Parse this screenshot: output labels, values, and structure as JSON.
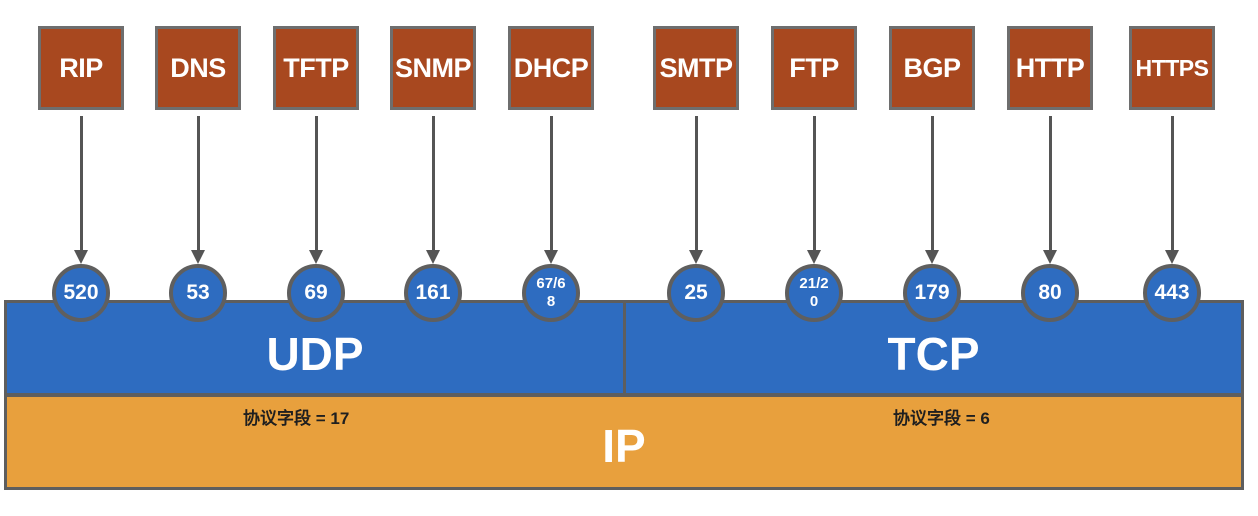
{
  "diagram": {
    "udp": {
      "label": "UDP",
      "protocol_field": "协议字段 = 17",
      "apps": [
        {
          "name": "RIP",
          "port": "520"
        },
        {
          "name": "DNS",
          "port": "53"
        },
        {
          "name": "TFTP",
          "port": "69"
        },
        {
          "name": "SNMP",
          "port": "161"
        },
        {
          "name": "DHCP",
          "port": "67/68"
        }
      ]
    },
    "tcp": {
      "label": "TCP",
      "protocol_field": "协议字段 = 6",
      "apps": [
        {
          "name": "SMTP",
          "port": "25"
        },
        {
          "name": "FTP",
          "port": "21/20"
        },
        {
          "name": "BGP",
          "port": "179"
        },
        {
          "name": "HTTP",
          "port": "80"
        },
        {
          "name": "HTTPS",
          "port": "443"
        }
      ]
    },
    "ip": {
      "label": "IP"
    },
    "colors": {
      "app_box": "#a8481f",
      "transport": "#2e6cc0",
      "ip": "#e8a03d",
      "border": "#5e5e5e",
      "arrow": "#555555"
    }
  }
}
